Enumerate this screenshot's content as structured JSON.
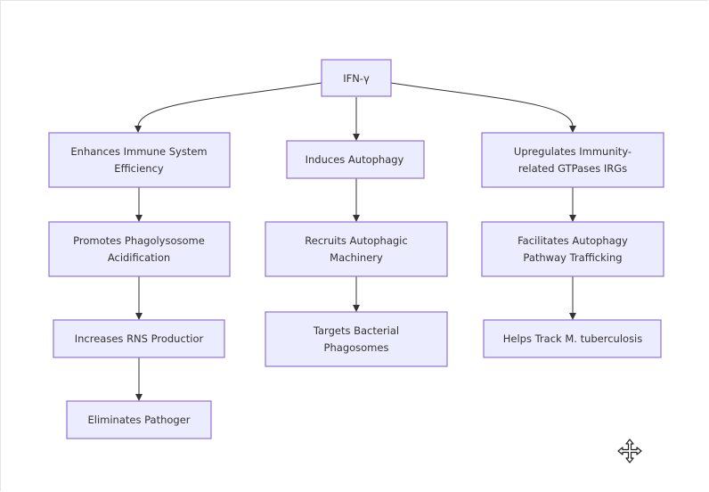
{
  "diagram": {
    "root": "IFN-γ",
    "branches": [
      {
        "nodes": [
          [
            "Enhances Immune System",
            "Efficiency"
          ],
          [
            "Promotes Phagolysosome",
            "Acidification"
          ],
          [
            "Increases RNS Productior"
          ],
          [
            "Eliminates Pathoger"
          ]
        ]
      },
      {
        "nodes": [
          [
            "Induces Autophagу"
          ],
          [
            "Recruits Autophagic",
            "Machinery"
          ],
          [
            "Targets Bacterial",
            "Phagosomes"
          ]
        ]
      },
      {
        "nodes": [
          [
            "Upregulates Immunity-",
            "related GTPases IRGs"
          ],
          [
            "Facilitates Autophagy",
            "Pathway Trafficking"
          ],
          [
            "Helps Track M. tuberculosis"
          ]
        ]
      }
    ]
  },
  "colors": {
    "node_fill": "#ECECFF",
    "node_stroke": "#9370DB",
    "edge": "#333333",
    "text": "#333333"
  },
  "controls": {
    "move_icon": "move-arrows-icon"
  }
}
